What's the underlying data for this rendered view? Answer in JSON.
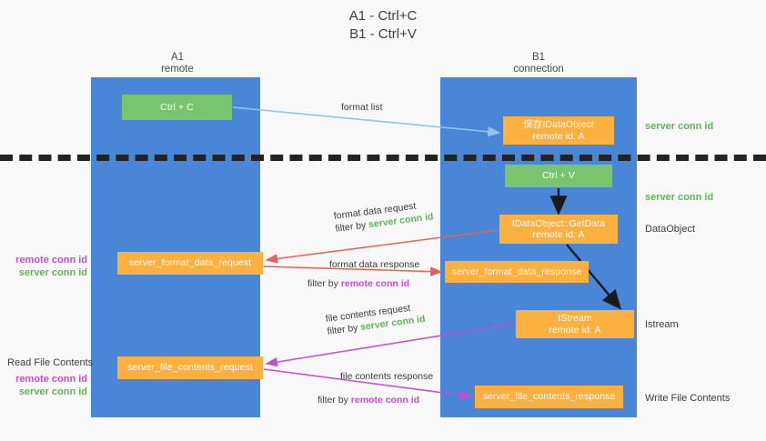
{
  "title": {
    "line1": "A1 - Ctrl+C",
    "line2": "B1 - Ctrl+V"
  },
  "columns": [
    {
      "name": "A1",
      "role": "remote"
    },
    {
      "name": "B1",
      "role": "connection"
    }
  ],
  "nodes": {
    "ctrl_c": {
      "label": "Ctrl + C",
      "color": "#79c46f"
    },
    "save_idataobject": {
      "label": "保存IDataObject",
      "sub": "remote id: A",
      "color": "#fbb040"
    },
    "ctrl_v": {
      "label": "Ctrl + V",
      "color": "#79c46f"
    },
    "getdata": {
      "label": "IDataObject::GetData",
      "sub": "remote id: A",
      "color": "#fbb040"
    },
    "server_format_data_request": {
      "label": "server_format_data_request",
      "color": "#fbb040"
    },
    "server_format_data_response": {
      "label": "server_format_data_response",
      "color": "#fbb040"
    },
    "istream": {
      "label": "IStream",
      "sub": "remote id: A",
      "color": "#fbb040"
    },
    "server_file_contents_request": {
      "label": "server_file_contents_request",
      "color": "#fbb040"
    },
    "server_file_contents_response": {
      "label": "server_file_contents_response",
      "color": "#fbb040"
    }
  },
  "edges": {
    "format_list": "format list",
    "format_data_request": "format data request",
    "format_data_request_filter_pre": "filter by ",
    "format_data_request_filter_key": "server conn id",
    "format_data_response": "format data response",
    "format_data_response_filter_pre": "filter by ",
    "format_data_response_filter_key": "remote conn id",
    "file_contents_request": "file contents request",
    "file_contents_request_filter_pre": "filter by ",
    "file_contents_request_filter_key": "server conn id",
    "file_contents_response": "file contents response",
    "file_contents_response_filter_pre": "filter by ",
    "file_contents_response_filter_key": "remote conn id"
  },
  "annotations": {
    "right_server_conn_id_top": "server conn id",
    "right_server_conn_id_mid": "server conn id",
    "right_dataobject": "DataObject",
    "right_istream": "Istream",
    "right_write_file_contents": "Write File Contents",
    "left_remote_conn_id_mid": "remote conn id",
    "left_server_conn_id_mid": "server conn id",
    "left_read_file_contents": "Read File Contents",
    "left_remote_conn_id_bot": "remote conn id",
    "left_server_conn_id_bot": "server conn id"
  },
  "colors": {
    "panel_blue": "#4a86d8",
    "node_green": "#79c46f",
    "node_orange": "#fbb040",
    "accent_green_text": "#64b15c",
    "accent_purple_text": "#c24fd0",
    "arrow_lightblue": "#8fc4ea",
    "arrow_red": "#e8605a",
    "arrow_magenta": "#c24fd0",
    "arrow_black": "#1a1a1a",
    "background": "#f8f8f8"
  }
}
